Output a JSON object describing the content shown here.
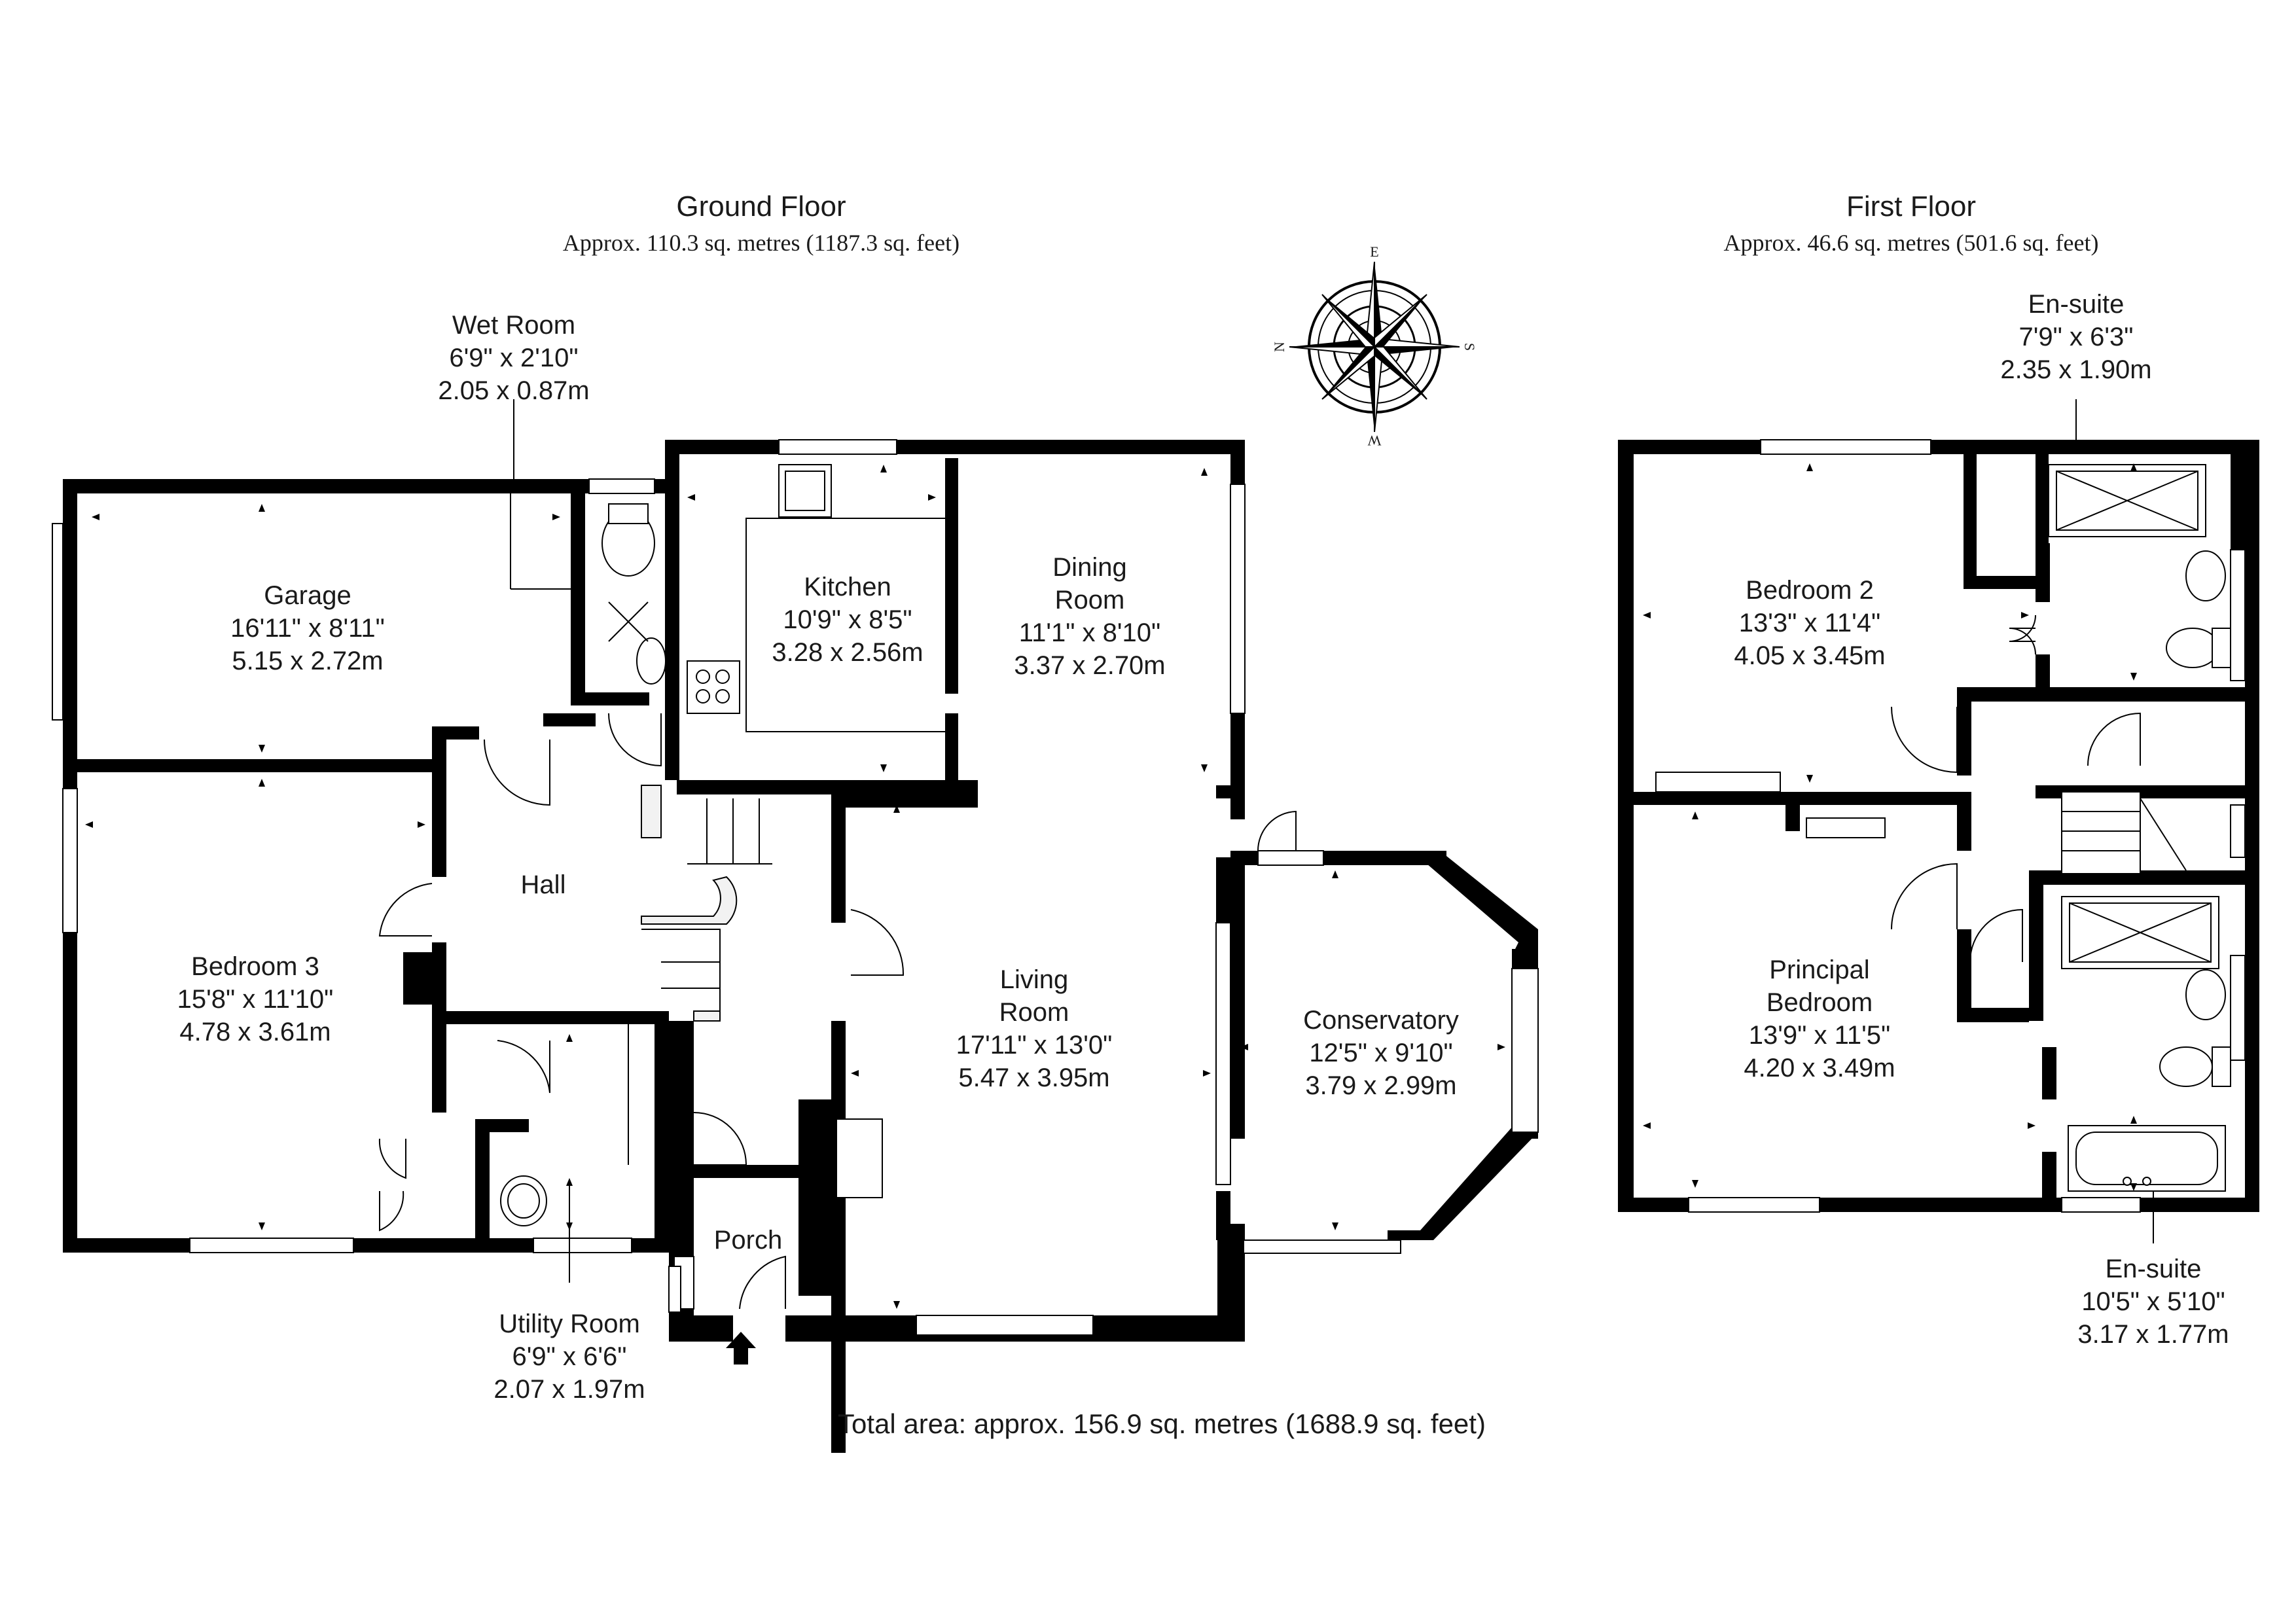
{
  "floors": {
    "ground": {
      "title": "Ground Floor",
      "area": "Approx. 110.3 sq. metres (1187.3 sq. feet)"
    },
    "first": {
      "title": "First Floor",
      "area": "Approx. 46.6 sq. metres (501.6 sq. feet)"
    }
  },
  "total_area": "Total area: approx. 156.9 sq. metres (1688.9 sq. feet)",
  "compass": {
    "n": "N",
    "e": "E",
    "s": "S",
    "w": "W"
  },
  "rooms": {
    "wet_room": {
      "name": "Wet Room",
      "imperial": "6'9\" x 2'10\"",
      "metric": "2.05 x 0.87m"
    },
    "garage": {
      "name": "Garage",
      "imperial": "16'11\" x 8'11\"",
      "metric": "5.15 x 2.72m"
    },
    "kitchen": {
      "name": "Kitchen",
      "imperial": "10'9\" x 8'5\"",
      "metric": "3.28 x 2.56m"
    },
    "dining_room": {
      "name_1": "Dining",
      "name_2": "Room",
      "imperial": "11'1\" x 8'10\"",
      "metric": "3.37 x 2.70m"
    },
    "hall": {
      "name": "Hall"
    },
    "bedroom_3": {
      "name": "Bedroom 3",
      "imperial": "15'8\" x 11'10\"",
      "metric": "4.78 x 3.61m"
    },
    "living_room": {
      "name_1": "Living",
      "name_2": "Room",
      "imperial": "17'11\" x 13'0\"",
      "metric": "5.47 x 3.95m"
    },
    "conservatory": {
      "name": "Conservatory",
      "imperial": "12'5\" x 9'10\"",
      "metric": "3.79 x 2.99m"
    },
    "porch": {
      "name": "Porch"
    },
    "utility_room": {
      "name": "Utility Room",
      "imperial": "6'9\" x 6'6\"",
      "metric": "2.07 x 1.97m"
    },
    "ensuite_top": {
      "name": "En-suite",
      "imperial": "7'9\" x 6'3\"",
      "metric": "2.35 x 1.90m"
    },
    "bedroom_2": {
      "name": "Bedroom 2",
      "imperial": "13'3\" x 11'4\"",
      "metric": "4.05 x 3.45m"
    },
    "principal_bedroom": {
      "name_1": "Principal",
      "name_2": "Bedroom",
      "imperial": "13'9\" x 11'5\"",
      "metric": "4.20 x 3.49m"
    },
    "ensuite_bottom": {
      "name": "En-suite",
      "imperial": "10'5\" x 5'10\"",
      "metric": "3.17 x 1.77m"
    }
  }
}
